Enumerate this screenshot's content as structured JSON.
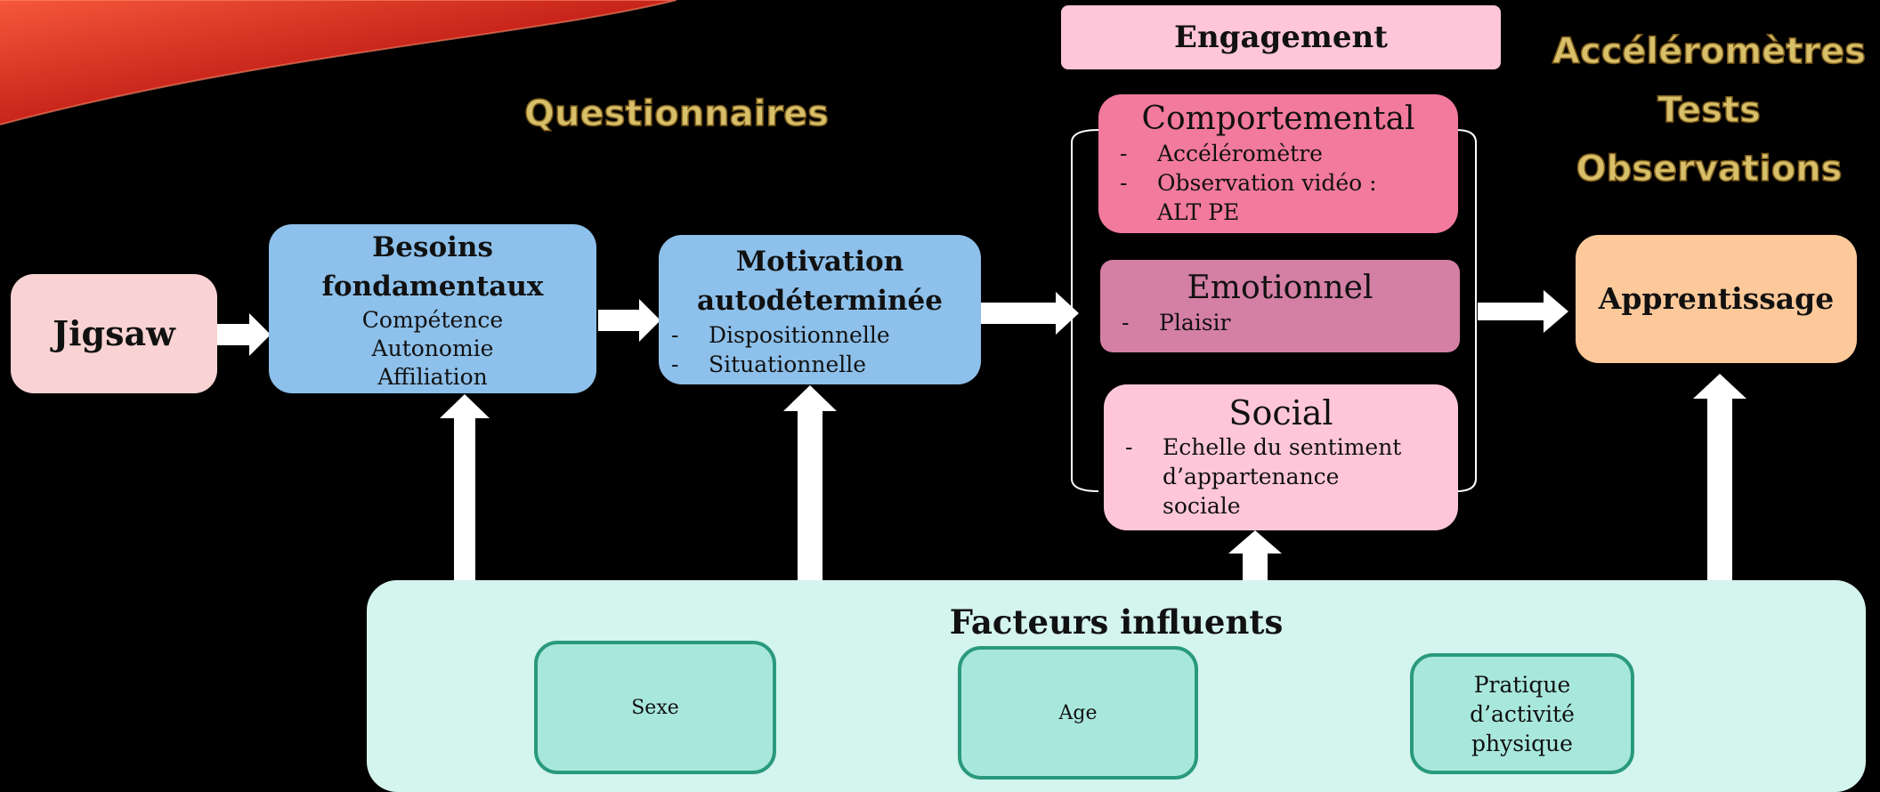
{
  "headings": {
    "questionnaires": "Questionnaires",
    "right_methods": [
      "Accéléromètres",
      "Tests",
      "Observations"
    ]
  },
  "nodes": {
    "jigsaw": "Jigsaw",
    "besoins": {
      "title_line1": "Besoins",
      "title_line2": "fondamentaux",
      "items": [
        "Compétence",
        "Autonomie",
        "Affiliation"
      ]
    },
    "motivation": {
      "title_line1": "Motivation",
      "title_line2": "autodéterminée",
      "items": [
        "Dispositionnelle",
        "Situationnelle"
      ]
    },
    "engagement": {
      "title": "Engagement",
      "comportemental": {
        "title": "Comportemental",
        "items": [
          "Accéléromètre",
          "Observation vidéo :",
          "ALT PE"
        ]
      },
      "emotionnel": {
        "title": "Emotionnel",
        "items": [
          "Plaisir"
        ]
      },
      "social": {
        "title": "Social",
        "items": [
          "Echelle du sentiment",
          "d’appartenance",
          "sociale"
        ]
      }
    },
    "apprentissage": "Apprentissage"
  },
  "facteurs": {
    "title": "Facteurs influents",
    "items": [
      "Sexe",
      "Age",
      "Pratique d’activité physique"
    ]
  },
  "colors": {
    "jigsaw": "#f9d3d3",
    "besoins": "#8dc0ea",
    "motivation": "#8dc0ea",
    "engagement_header": "#ffc6da",
    "comportemental": "#f27a9c",
    "emotionnel": "#d47fa4",
    "social": "#ffc6da",
    "apprentissage": "#fdc99a",
    "facteurs_panel": "#d4f4ee",
    "facteur_box": "#a8e8dc",
    "heading_gold": "#d8c06a"
  }
}
